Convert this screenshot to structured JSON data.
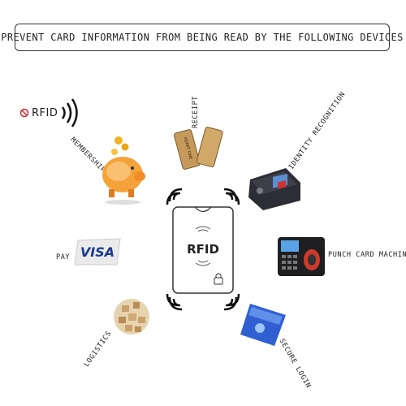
{
  "banner": {
    "title": "PREVENT CARD INFORMATION FROM BEING READ BY THE FOLLOWING DEVICES"
  },
  "rfid_header": {
    "text": "RFID"
  },
  "center_card": {
    "label": "RFID"
  },
  "labels": {
    "receipt": "RECEIPT",
    "identity": "IDENTITY RECOGNITION",
    "membership": "MEMBERSHIP",
    "punch": "PUNCH CARD MACHINE",
    "pay": "PAY",
    "logistics": "LOGISTICS",
    "secure": "SECURE LOGIN"
  },
  "pay_card": {
    "brand": "VISA"
  },
  "receipt_ticket": {
    "text": "ADMIT ONE"
  },
  "icons": [
    "no-sign-icon",
    "wireless-signal-icon",
    "ticket-icon",
    "id-scanner-icon",
    "piggy-bank-icon",
    "time-clock-icon",
    "visa-card-icon",
    "globe-boxes-icon",
    "blue-card-icon",
    "lock-icon",
    "signal-wave-icon"
  ]
}
